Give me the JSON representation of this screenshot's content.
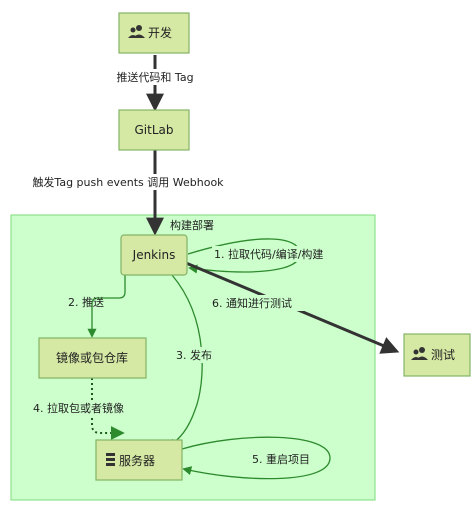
{
  "group": {
    "label": "构建部署"
  },
  "nodes": {
    "dev": {
      "label": "开发",
      "icon": "users-icon"
    },
    "gitlab": {
      "label": "GitLab"
    },
    "jenkins": {
      "label": "Jenkins"
    },
    "registry": {
      "label": "镜像或包仓库"
    },
    "server": {
      "label": "服务器",
      "icon": "server-icon"
    },
    "test": {
      "label": "测试",
      "icon": "users-icon"
    }
  },
  "edges": {
    "push_code": "推送代码和 Tag",
    "trigger": "触发Tag push events 调用 Webhook",
    "pull_build": "1. 拉取代码/编译/构建",
    "push": "2. 推送",
    "publish": "3. 发布",
    "pull_image": "4. 拉取包或者镜像",
    "restart": "5. 重启项目",
    "notify": "6. 通知进行测试"
  },
  "colors": {
    "node_fill": "#d5e8a4",
    "node_stroke": "#82b366",
    "group_fill": "#ccffcc",
    "group_stroke": "#7ddc7d",
    "edge_dark": "#333333",
    "edge_green": "#2d8a2d"
  }
}
